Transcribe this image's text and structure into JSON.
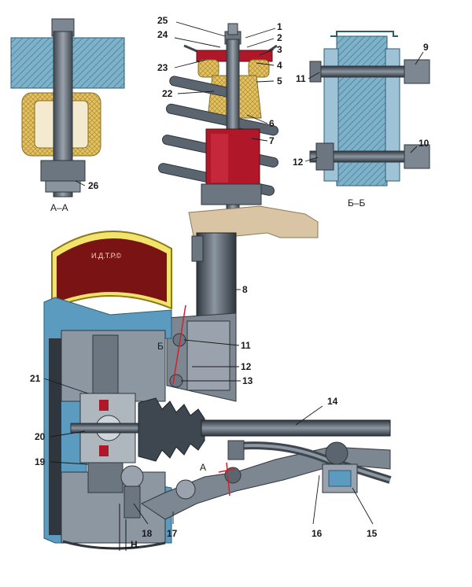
{
  "labels": {
    "p1": "1",
    "p2": "2",
    "p3": "3",
    "p4": "4",
    "p5": "5",
    "p6": "6",
    "p7": "7",
    "p8": "8",
    "p9": "9",
    "p10": "10",
    "p11": "11",
    "p12": "12",
    "p13": "13",
    "p14": "14",
    "p15": "15",
    "p16": "16",
    "p17": "17",
    "p18": "18",
    "p19": "19",
    "p20": "20",
    "p21": "21",
    "p22": "22",
    "p23": "23",
    "p24": "24",
    "p25": "25",
    "p26": "26",
    "p11b": "11",
    "p12b": "12",
    "dimH": "H"
  },
  "sections": {
    "aa": "А–А",
    "bb": "Б–Б",
    "markA": "А",
    "markB": "Б"
  },
  "watermark": "И.Д.Т.Р.©",
  "colors": {
    "steel": "#5b6570",
    "steel_light": "#9aa3ad",
    "body_blue": "#5a9bbf",
    "spring_red": "#b0182a",
    "tire_red": "#7a1414",
    "tire_yellow": "#f2e46a",
    "rubber_yellow": "#d9b84a",
    "cutline_red": "#d4202a",
    "body_tan": "#d9c4a3"
  }
}
